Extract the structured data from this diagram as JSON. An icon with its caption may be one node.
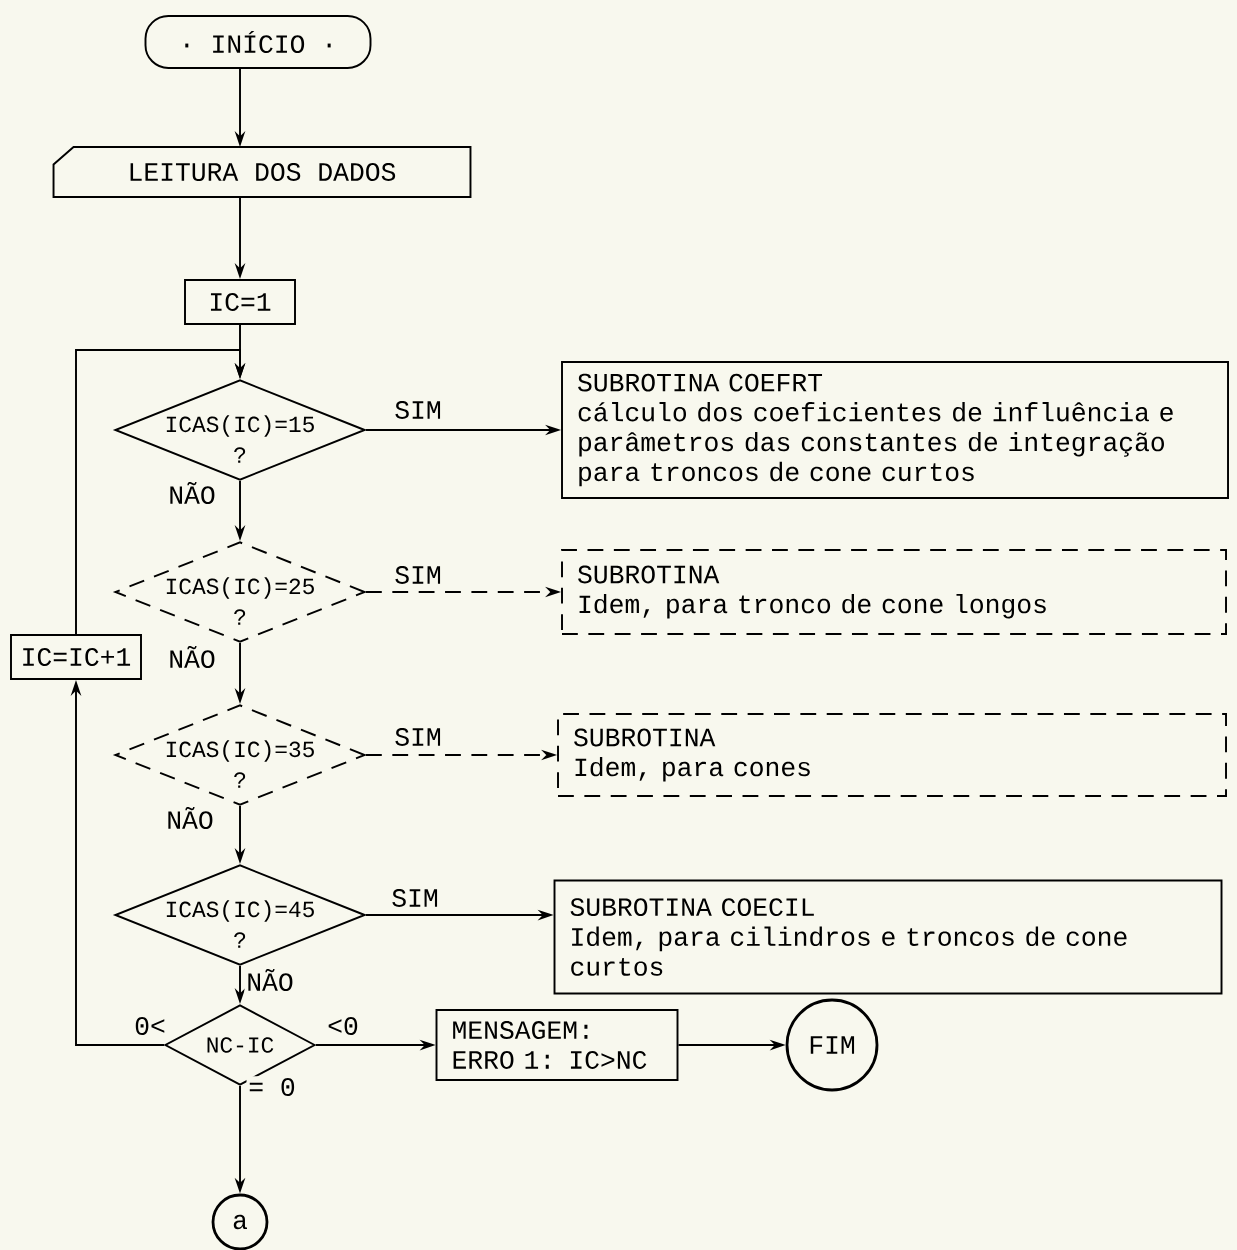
{
  "diagram": {
    "nodes": [
      {
        "text": [
          "· INÍCIO ·"
        ]
      },
      {
        "text": [
          "LEITURA DOS DADOS"
        ]
      },
      {
        "text": [
          "IC=1"
        ]
      },
      {
        "text": [
          "ICAS(IC)=15",
          "?"
        ]
      },
      {
        "text": [
          "SUBROTINA COEFRT",
          "cálculo dos coeficientes de influência e parâmetros das constantes de integração para troncos de cone curtos"
        ]
      },
      {
        "text": [
          "ICAS(IC)=25",
          "?"
        ]
      },
      {
        "text": [
          "SUBROTINA",
          "Idem, para tronco de cone longos"
        ]
      },
      {
        "text": [
          "ICAS(IC)=35",
          "?"
        ]
      },
      {
        "text": [
          "SUBROTINA",
          "Idem, para cones"
        ]
      },
      {
        "text": [
          "ICAS(IC)=45",
          "?"
        ]
      },
      {
        "text": [
          "SUBROTINA COECIL",
          "Idem, para cilindros e troncos de cone curtos"
        ]
      },
      {
        "text": [
          "NC-IC"
        ]
      },
      {
        "text": [
          "MENSAGEM:",
          "ERRO 1: IC>NC"
        ]
      },
      {
        "text": [
          "FIM"
        ]
      },
      {
        "text": [
          "a"
        ]
      },
      {
        "text": [
          "IC=IC+1"
        ]
      }
    ],
    "edges": [
      {
        "from": 0,
        "to": 1,
        "arrow": "to"
      },
      {
        "from": 1,
        "to": 2,
        "arrow": "to"
      },
      {
        "from": 2,
        "to": 3,
        "arrow": "to"
      },
      {
        "from": 15,
        "to": 3,
        "arrow": "to"
      },
      {
        "from": 3,
        "to": 4,
        "arrow": "to",
        "label": "SIM"
      },
      {
        "from": 3,
        "to": 5,
        "arrow": "to",
        "label": "NÃO"
      },
      {
        "from": 5,
        "to": 6,
        "arrow": "to",
        "label": "SIM",
        "style": "dashed"
      },
      {
        "from": 5,
        "to": 7,
        "arrow": "to",
        "label": "NÃO"
      },
      {
        "from": 7,
        "to": 8,
        "arrow": "to",
        "label": "SIM",
        "style": "dashed"
      },
      {
        "from": 7,
        "to": 9,
        "arrow": "to",
        "label": "NÃO"
      },
      {
        "from": 9,
        "to": 10,
        "arrow": "to",
        "label": "SIM"
      },
      {
        "from": 9,
        "to": 11,
        "arrow": "to",
        "label": "NÃO"
      },
      {
        "from": 11,
        "to": 15,
        "arrow": "to",
        "label": "0<"
      },
      {
        "from": 11,
        "to": 12,
        "arrow": "to",
        "label": "<0"
      },
      {
        "from": 12,
        "to": 13,
        "arrow": "to"
      },
      {
        "from": 11,
        "to": 14,
        "arrow": "to",
        "label": "= 0"
      }
    ]
  }
}
